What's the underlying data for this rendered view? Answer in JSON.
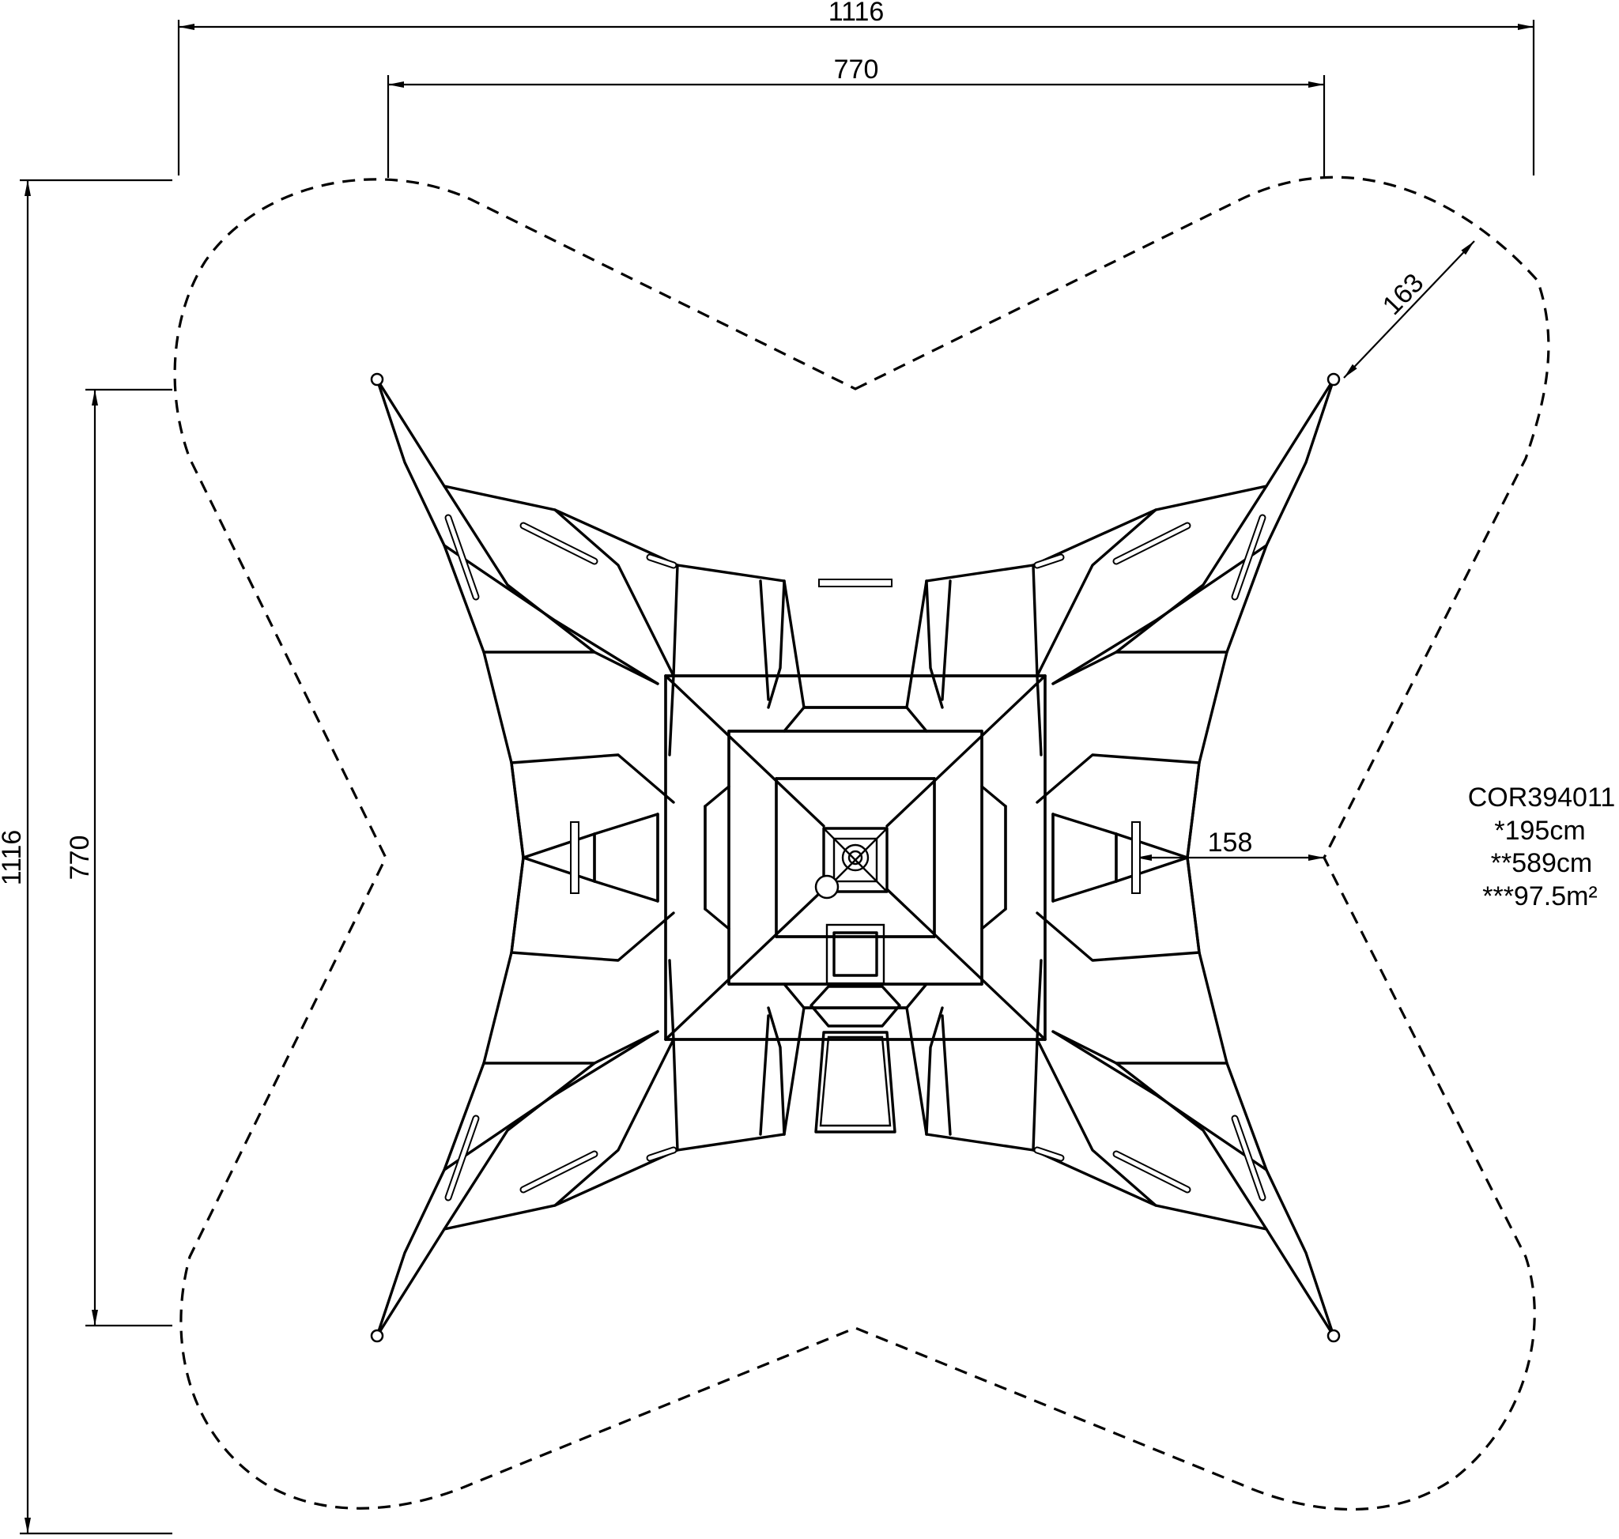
{
  "dimensions": {
    "overall_width": "1116",
    "overall_height": "1116",
    "structure_width": "770",
    "structure_height": "770",
    "corner_clearance": "163",
    "side_clearance": "158"
  },
  "product": {
    "code": "COR394011",
    "free_fall_height": "*195cm",
    "total_height": "**589cm",
    "safety_area": "***97.5m²"
  },
  "colors": {
    "line": "#000000",
    "background": "#ffffff"
  }
}
